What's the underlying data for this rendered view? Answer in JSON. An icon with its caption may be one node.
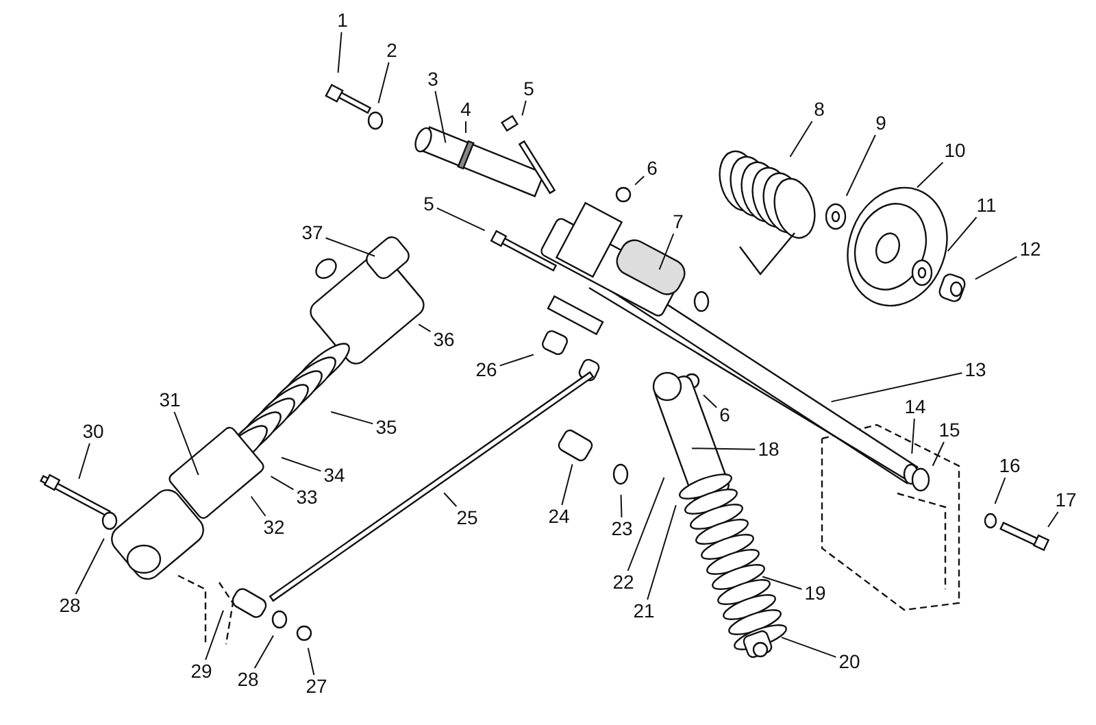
{
  "diagram": {
    "nodes": [
      {
        "text": [
          "1"
        ]
      },
      {
        "text": [
          "2"
        ]
      },
      {
        "text": [
          "3"
        ]
      },
      {
        "text": [
          "4"
        ]
      },
      {
        "text": [
          "5"
        ]
      },
      {
        "text": [
          "6"
        ]
      },
      {
        "text": [
          "8"
        ]
      },
      {
        "text": [
          "9"
        ]
      },
      {
        "text": [
          "10"
        ]
      },
      {
        "text": [
          "37"
        ]
      },
      {
        "text": [
          "5"
        ]
      },
      {
        "text": [
          "7"
        ]
      },
      {
        "text": [
          "11"
        ]
      },
      {
        "text": [
          "12"
        ]
      },
      {
        "text": [
          "36"
        ]
      },
      {
        "text": [
          "26"
        ]
      },
      {
        "text": [
          "13"
        ]
      },
      {
        "text": [
          "14"
        ]
      },
      {
        "text": [
          "6"
        ]
      },
      {
        "text": [
          "31"
        ]
      },
      {
        "text": [
          "35"
        ]
      },
      {
        "text": [
          "15"
        ]
      },
      {
        "text": [
          "30"
        ]
      },
      {
        "text": [
          "18"
        ]
      },
      {
        "text": [
          "16"
        ]
      },
      {
        "text": [
          "34"
        ]
      },
      {
        "text": [
          "33"
        ]
      },
      {
        "text": [
          "17"
        ]
      },
      {
        "text": [
          "24"
        ]
      },
      {
        "text": [
          "25"
        ]
      },
      {
        "text": [
          "32"
        ]
      },
      {
        "text": [
          "23"
        ]
      },
      {
        "text": [
          "22"
        ]
      },
      {
        "text": [
          "19"
        ]
      },
      {
        "text": [
          "28"
        ]
      },
      {
        "text": [
          "21"
        ]
      },
      {
        "text": [
          "20"
        ]
      },
      {
        "text": [
          "29"
        ]
      },
      {
        "text": [
          "28"
        ]
      },
      {
        "text": [
          "27"
        ]
      }
    ],
    "edges": [
      {
        "from": 0,
        "to": null,
        "arrow": "none"
      },
      {
        "from": 1,
        "to": null,
        "arrow": "none"
      },
      {
        "from": 2,
        "to": null,
        "arrow": "none"
      },
      {
        "from": 3,
        "to": null,
        "arrow": "none"
      },
      {
        "from": 4,
        "to": null,
        "arrow": "none"
      },
      {
        "from": 5,
        "to": null,
        "arrow": "none"
      },
      {
        "from": 6,
        "to": null,
        "arrow": "none"
      },
      {
        "from": 7,
        "to": null,
        "arrow": "none"
      },
      {
        "from": 8,
        "to": null,
        "arrow": "none"
      },
      {
        "from": 9,
        "to": null,
        "arrow": "none"
      },
      {
        "from": 10,
        "to": null,
        "arrow": "none"
      },
      {
        "from": 11,
        "to": null,
        "arrow": "none"
      },
      {
        "from": 12,
        "to": null,
        "arrow": "none"
      },
      {
        "from": 13,
        "to": null,
        "arrow": "none"
      },
      {
        "from": 14,
        "to": null,
        "arrow": "none"
      },
      {
        "from": 15,
        "to": null,
        "arrow": "none"
      },
      {
        "from": 16,
        "to": null,
        "arrow": "none"
      },
      {
        "from": 17,
        "to": null,
        "arrow": "none"
      },
      {
        "from": 18,
        "to": null,
        "arrow": "none"
      },
      {
        "from": 19,
        "to": null,
        "arrow": "none"
      },
      {
        "from": 20,
        "to": null,
        "arrow": "none"
      },
      {
        "from": 21,
        "to": null,
        "arrow": "none"
      },
      {
        "from": 22,
        "to": null,
        "arrow": "none"
      },
      {
        "from": 23,
        "to": null,
        "arrow": "none"
      },
      {
        "from": 24,
        "to": null,
        "arrow": "none"
      },
      {
        "from": 25,
        "to": null,
        "arrow": "none"
      },
      {
        "from": 26,
        "to": null,
        "arrow": "none"
      },
      {
        "from": 27,
        "to": null,
        "arrow": "none"
      },
      {
        "from": 28,
        "to": null,
        "arrow": "none"
      },
      {
        "from": 29,
        "to": null,
        "arrow": "none"
      },
      {
        "from": 30,
        "to": null,
        "arrow": "none"
      },
      {
        "from": 31,
        "to": null,
        "arrow": "none"
      },
      {
        "from": 32,
        "to": null,
        "arrow": "none"
      },
      {
        "from": 33,
        "to": null,
        "arrow": "none"
      },
      {
        "from": 34,
        "to": null,
        "arrow": "none"
      },
      {
        "from": 35,
        "to": null,
        "arrow": "none"
      },
      {
        "from": 36,
        "to": null,
        "arrow": "none"
      },
      {
        "from": 37,
        "to": null,
        "arrow": "none"
      },
      {
        "from": 38,
        "to": null,
        "arrow": "none"
      },
      {
        "from": 39,
        "to": null,
        "arrow": "none"
      }
    ]
  }
}
